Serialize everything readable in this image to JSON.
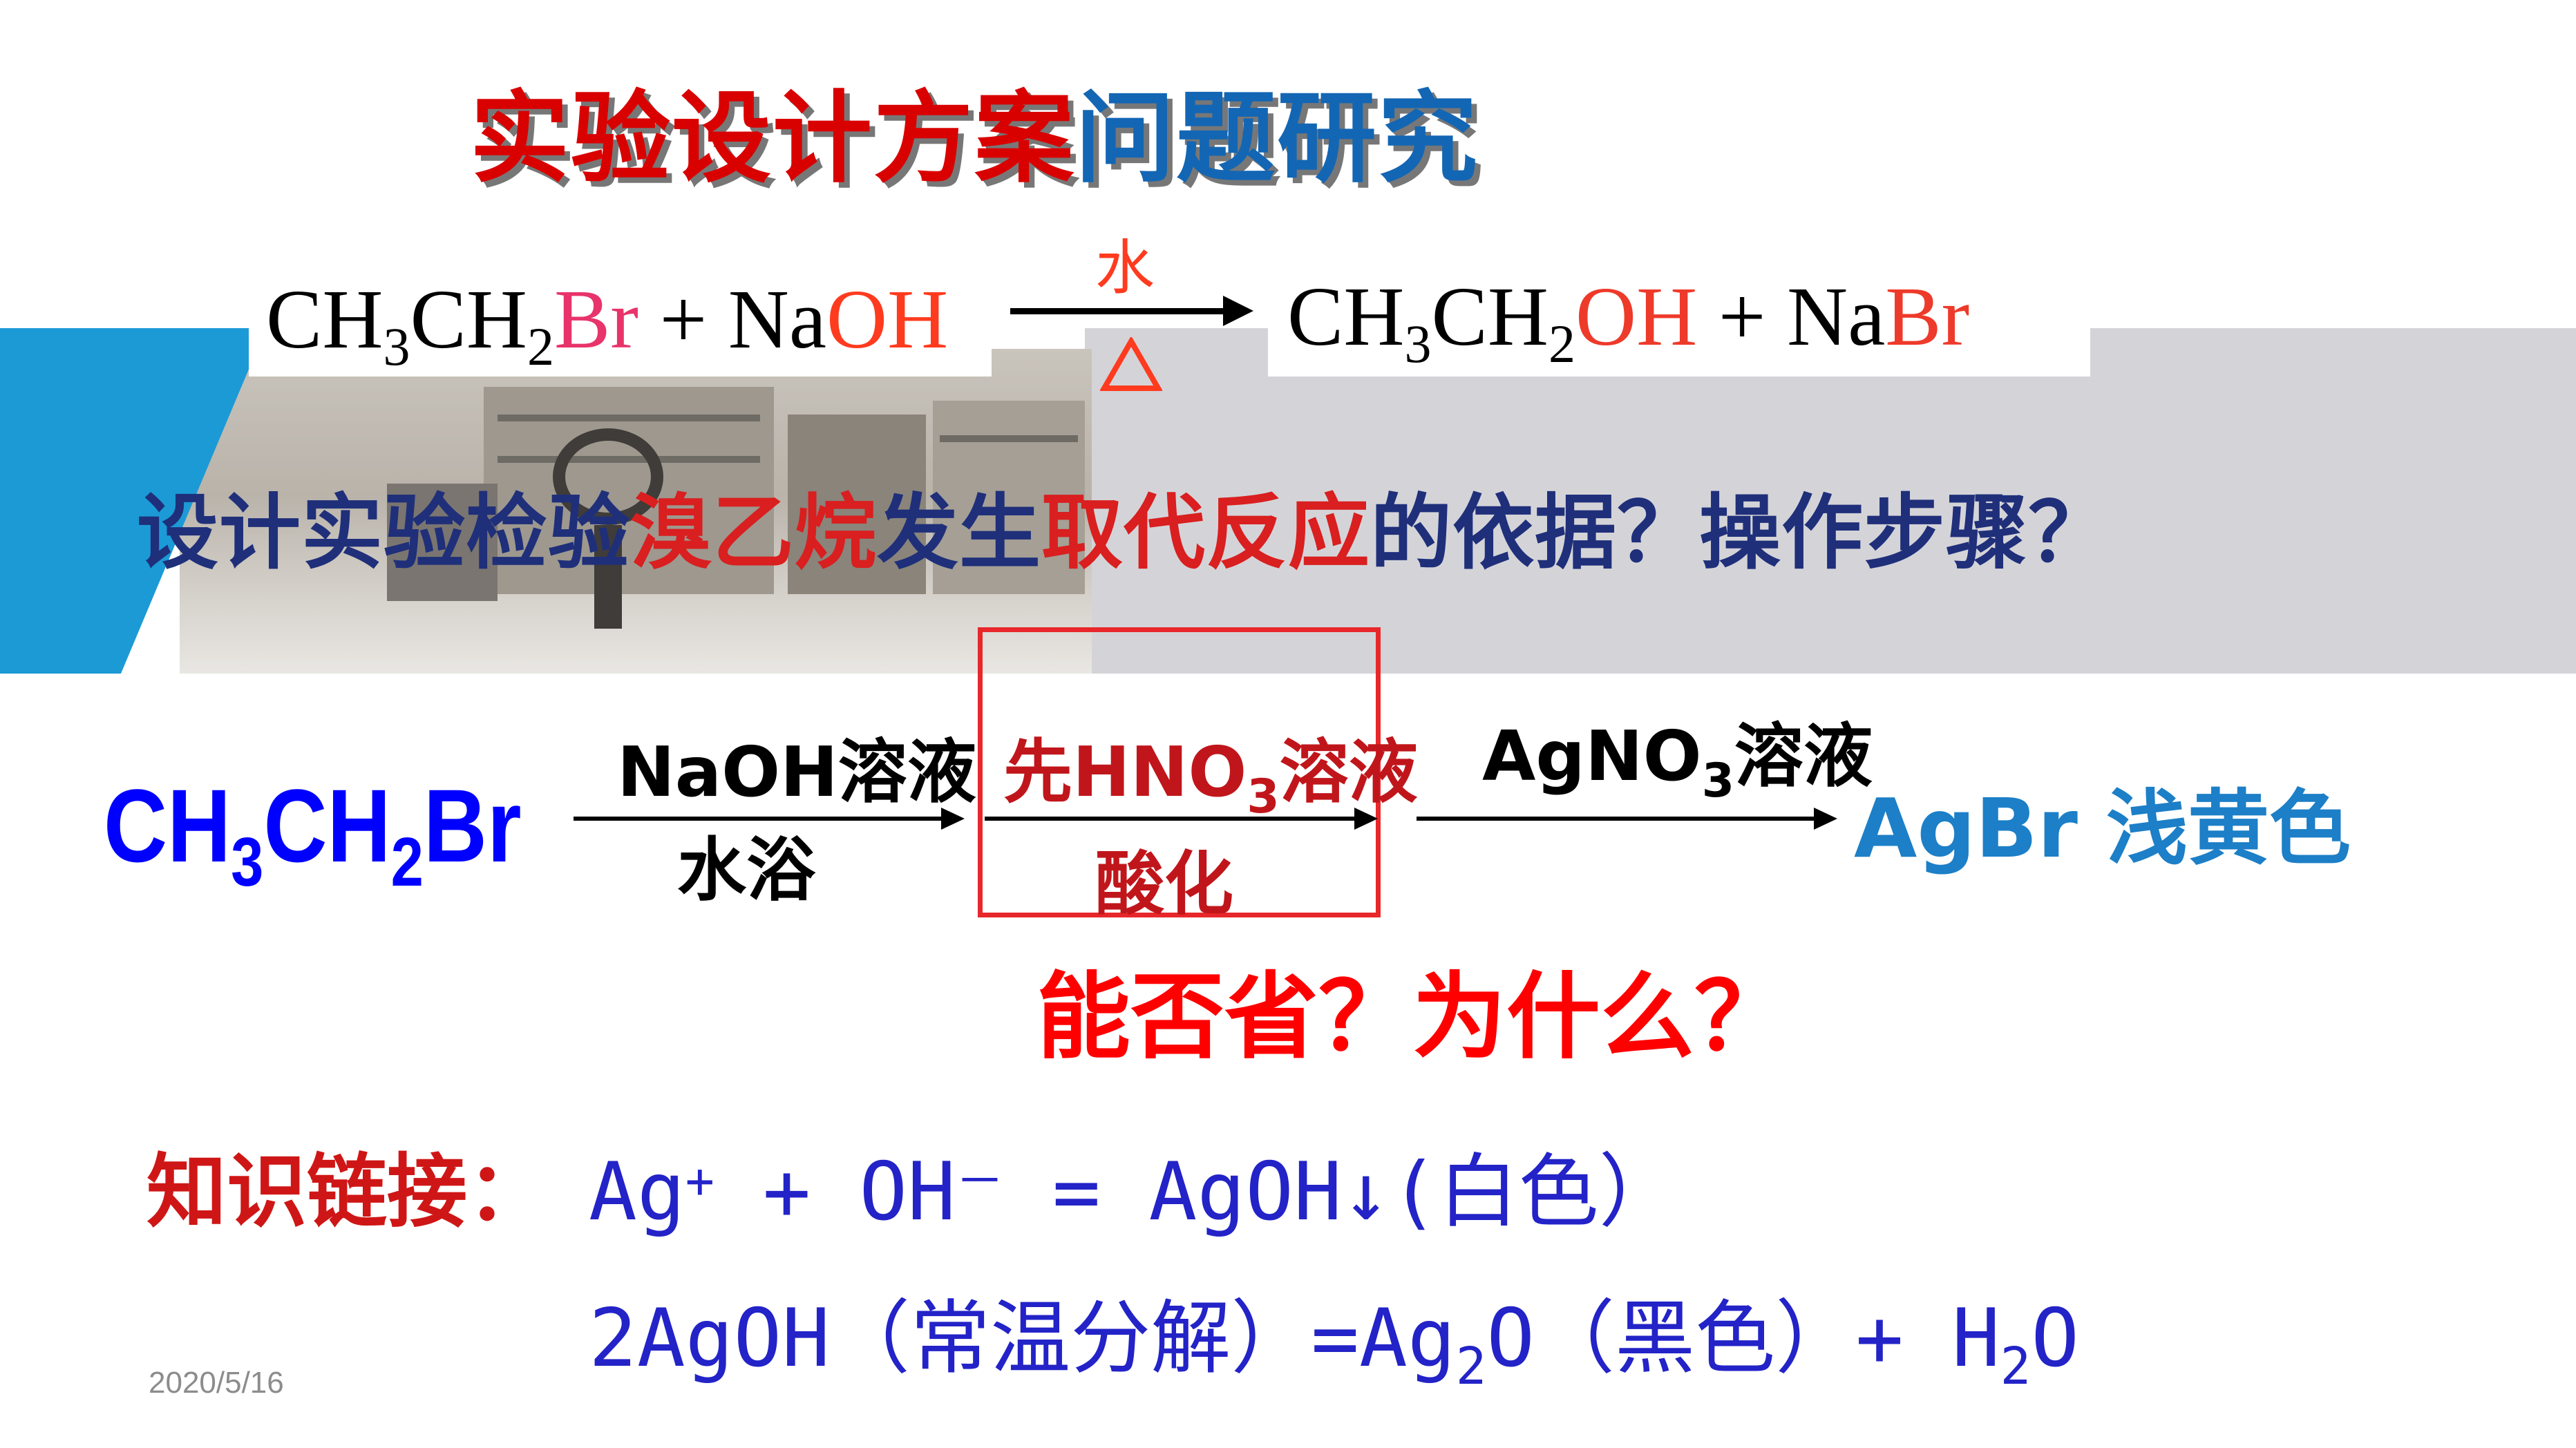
{
  "title": {
    "part_red": "实验设计方案",
    "part_blue": "问题研究"
  },
  "equation1": {
    "r1_a": "CH",
    "r1_sub1": "3",
    "r1_b": "CH",
    "r1_sub2": "2",
    "r1_br": "Br",
    "plus1": " + Na",
    "r1_oh": "OH",
    "condition_top": "水",
    "p_a": "CH",
    "p_sub1": "3",
    "p_b": "CH",
    "p_sub2": "2",
    "p_oh": "OH",
    "plus2": " + Na",
    "p_br": "Br"
  },
  "question": {
    "part1": "设计实验检验",
    "part2": "溴乙烷",
    "part3": "发生",
    "part4": "取代反应",
    "part5": "的依据？操作步骤？"
  },
  "reaction2": {
    "start_a": "CH",
    "start_sub1": "3",
    "start_b": "CH",
    "start_sub2": "2",
    "start_c": "Br",
    "step1_top": "NaOH溶液",
    "step1_bottom": "水浴",
    "step2_top_a": "先HNO",
    "step2_top_sub": "3",
    "step2_top_b": "溶液",
    "step2_bottom": "酸化",
    "step3_top_a": "AgNO",
    "step3_top_sub": "3",
    "step3_top_b": "溶液",
    "product": "AgBr 浅黄色",
    "question": "能否省？为什么？"
  },
  "knowledge": {
    "label": "知识链接：",
    "line1_a": "Ag",
    "line1_sup1": "+",
    "line1_b": " + OH",
    "line1_sup2": "－",
    "line1_c": " = AgOH↓(白色）",
    "line2_a": "2AgOH（常温分解）=Ag",
    "line2_sub1": "2",
    "line2_b": "O（黑色）+ H",
    "line2_sub2": "2",
    "line2_c": "O"
  },
  "footer": {
    "date": "2020/5/16"
  },
  "colors": {
    "title_red": "#d90000",
    "title_blue": "#1366b4",
    "accent_blue": "#1b9ad6",
    "box_red": "#e8272b"
  }
}
